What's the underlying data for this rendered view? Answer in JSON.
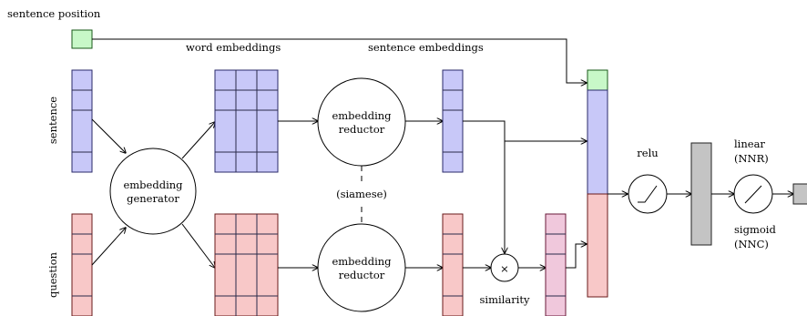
{
  "labels": {
    "sentence_position": "sentence position",
    "word_embeddings": "word embeddings",
    "sentence_embeddings": "sentence embeddings",
    "sentence": "sentence",
    "question": "question",
    "embedding_generator_1": "embedding",
    "embedding_generator_2": "generator",
    "embedding_reductor_top_1": "embedding",
    "embedding_reductor_top_2": "reductor",
    "embedding_reductor_bottom_1": "embedding",
    "embedding_reductor_bottom_2": "reductor",
    "siamese": "(siamese)",
    "similarity": "similarity",
    "multiply": "×",
    "relu": "relu",
    "linear": "linear",
    "nnr": "(NNR)",
    "sigmoid": "sigmoid",
    "nnc": "(NNC)"
  },
  "colors": {
    "sentence_blue": "#c8c8f8",
    "question_red": "#f8c8c8",
    "similarity_pink": "#f0c8dc",
    "position_green": "#c8f8c8",
    "dense_gray": "#c4c4c4"
  }
}
